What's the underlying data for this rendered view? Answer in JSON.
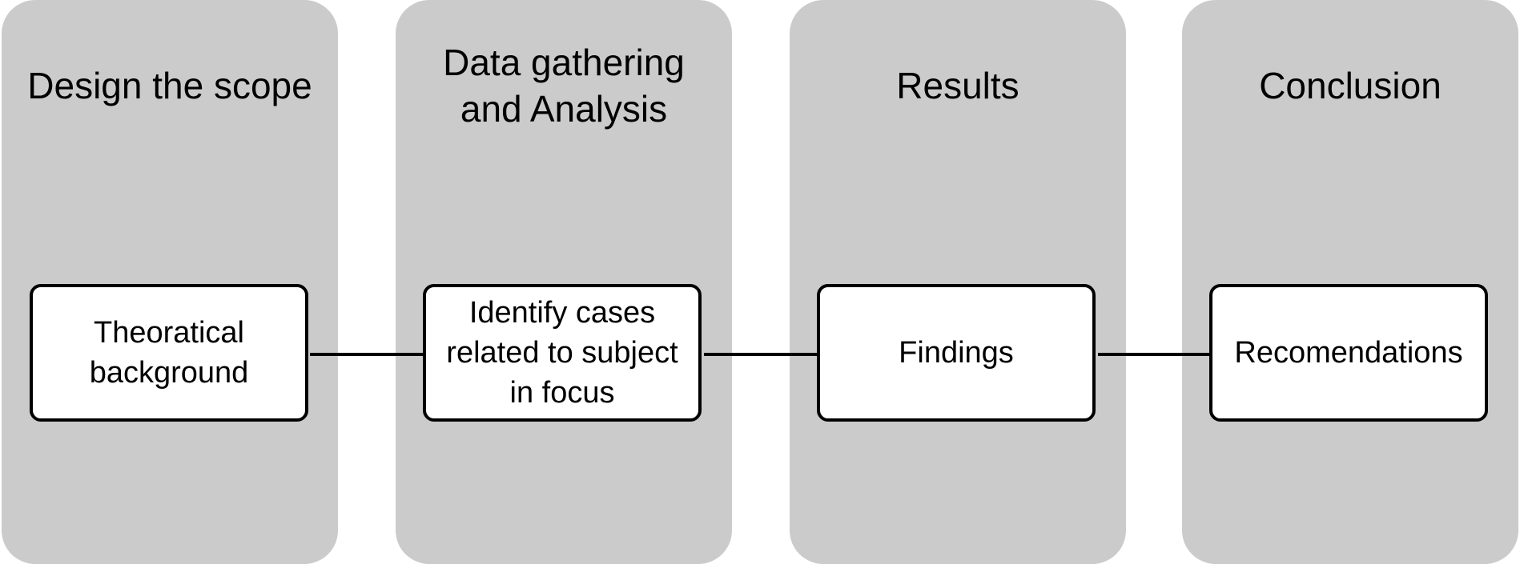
{
  "diagram": {
    "phases": [
      {
        "title": "Design the scope",
        "step": "Theoratical background"
      },
      {
        "title": "Data gathering and Analysis",
        "step": "Identify cases related to subject in focus"
      },
      {
        "title": "Results",
        "step": "Findings"
      },
      {
        "title": "Conclusion",
        "step": "Recomendations"
      }
    ],
    "colors": {
      "phase_fill": "#cbcbcb",
      "box_fill": "#ffffff",
      "stroke": "#000000"
    }
  }
}
